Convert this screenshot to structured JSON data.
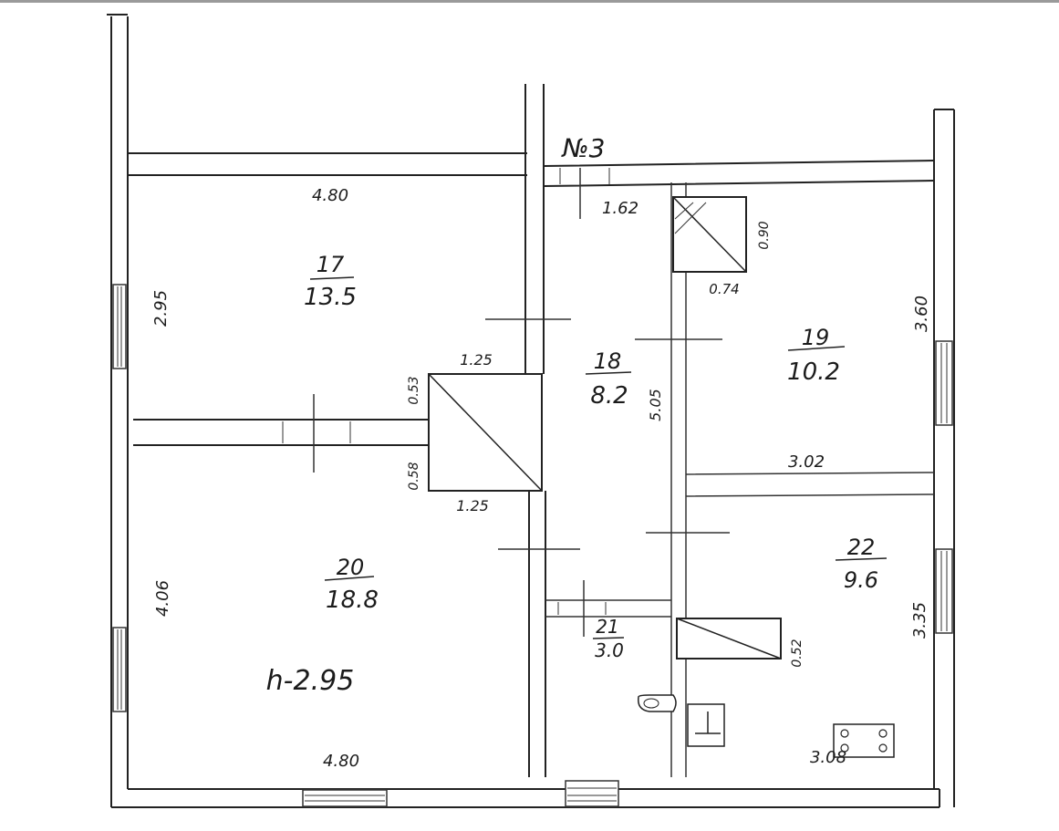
{
  "plan": {
    "marker": "№3",
    "ceiling_height": "h-2.95",
    "rooms": [
      {
        "id": "17",
        "number": "17",
        "area": "13.5"
      },
      {
        "id": "18",
        "number": "18",
        "area": "8.2"
      },
      {
        "id": "19",
        "number": "19",
        "area": "10.2"
      },
      {
        "id": "20",
        "number": "20",
        "area": "18.8"
      },
      {
        "id": "21",
        "number": "21",
        "area": "3.0"
      },
      {
        "id": "22",
        "number": "22",
        "area": "9.6"
      }
    ],
    "dimensions": {
      "top_left_width": "4.80",
      "bottom_left_width": "4.80",
      "left_upper_height": "2.95",
      "left_lower_height": "4.06",
      "corridor_top_width": "1.62",
      "corridor_height": "5.05",
      "stair_top_width": "1.25",
      "stair_bottom_width": "1.25",
      "stair_upper_height": "0.53",
      "stair_lower_height": "0.58",
      "closet_height": "0.90",
      "closet_width": "0.74",
      "right_upper_height": "3.60",
      "right_middle_width": "3.02",
      "right_lower_height": "3.35",
      "bottom_right_width": "3.08",
      "small_stair_height": "0.52"
    }
  }
}
